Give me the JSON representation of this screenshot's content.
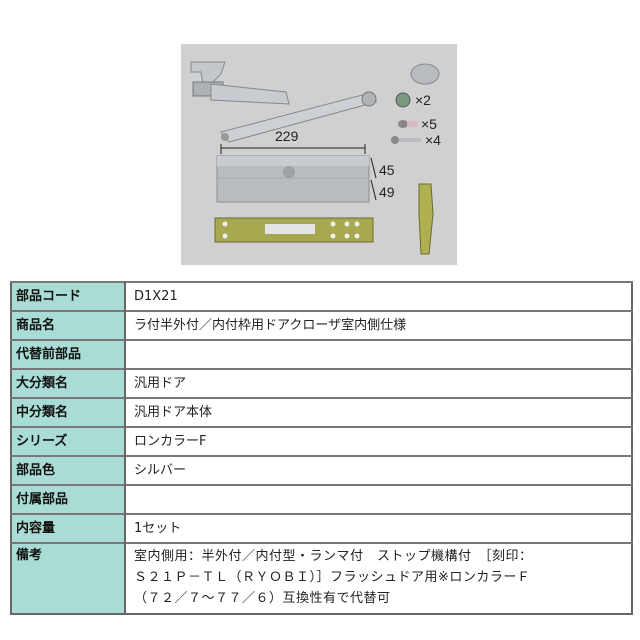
{
  "product_image": {
    "alt": "door closer parts set",
    "dimensions": {
      "length": "229",
      "height_top": "45",
      "height_bottom": "49"
    },
    "accessories": [
      {
        "name": "cap",
        "qty": ""
      },
      {
        "name": "nut",
        "qty": "×2"
      },
      {
        "name": "screw-short",
        "qty": "×5"
      },
      {
        "name": "screw-long",
        "qty": "×4"
      }
    ],
    "colors": {
      "background": "#d0d0d0",
      "silver": "#b8bcc0",
      "bracket": "#a8a850"
    }
  },
  "spec_table": {
    "rows": [
      {
        "label": "部品コード",
        "value": "D1X21"
      },
      {
        "label": "商品名",
        "value": "ラ付半外付／内付枠用ドアクローザ室内側仕様"
      },
      {
        "label": "代替前部品",
        "value": ""
      },
      {
        "label": "大分類名",
        "value": "汎用ドア"
      },
      {
        "label": "中分類名",
        "value": "汎用ドア本体"
      },
      {
        "label": "シリーズ",
        "value": "ロンカラーF"
      },
      {
        "label": "部品色",
        "value": "シルバー"
      },
      {
        "label": "付属部品",
        "value": ""
      },
      {
        "label": "内容量",
        "value": "1セット"
      }
    ],
    "remarks": {
      "label": "備考",
      "lines": [
        "室内側用：半外付／内付型・ランマ付　ストップ機構付　［刻印：",
        "Ｓ２１Ｐ－ＴＬ（ＲＹＯＢＩ）］フラッシュドア用※ロンカラーＦ",
        "（７２／７～７７／６）互換性有で代替可"
      ]
    },
    "colors": {
      "label_bg": "#a9dcd4",
      "border": "#666666"
    }
  }
}
